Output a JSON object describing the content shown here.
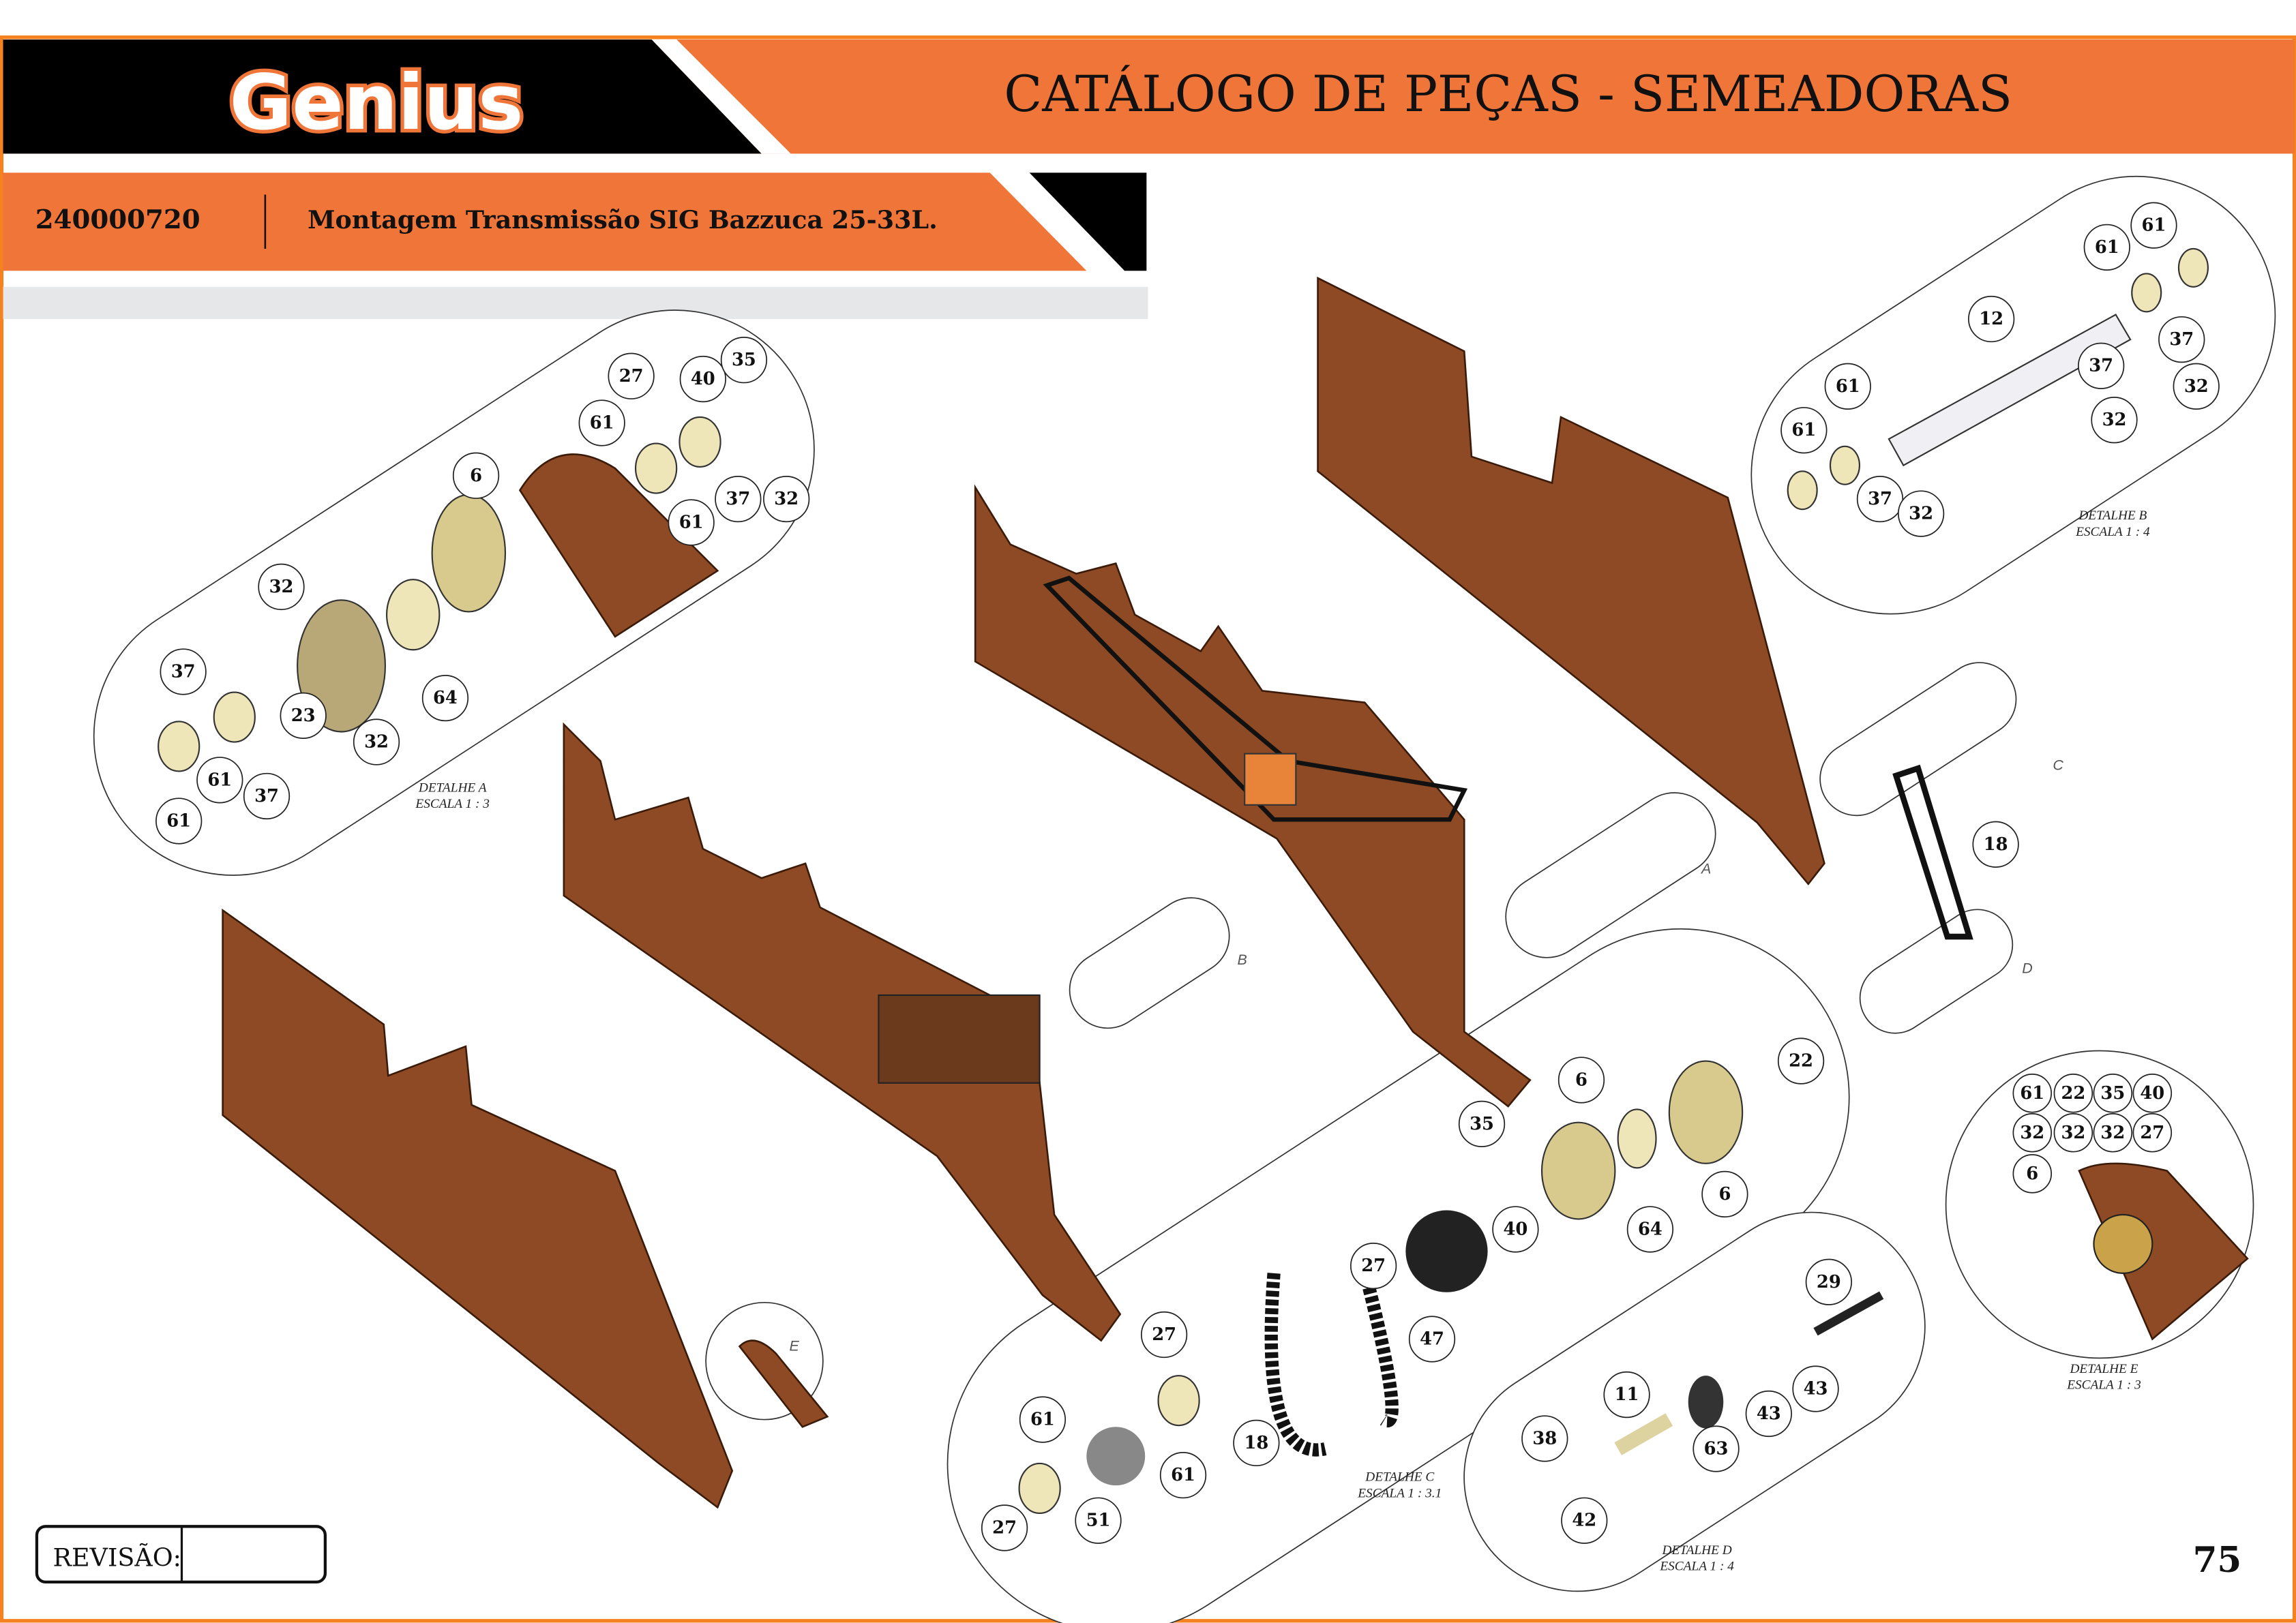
{
  "header": {
    "logo_text": "Genius",
    "catalog_title": "CATÁLOGO DE PEÇAS - SEMEADORAS",
    "part_number": "240000720",
    "assembly_title": "Montagem Transmissão SIG Bazzuca 25-33L."
  },
  "colors": {
    "orange": "#f07538",
    "black": "#000000",
    "plate": "#8d4a24",
    "brass": "#e8dca0"
  },
  "details": {
    "a": {
      "title": "DETALHE A",
      "scale": "ESCALA 1 : 3",
      "letter": "A"
    },
    "b": {
      "title": "DETALHE B",
      "scale": "ESCALA 1 : 4",
      "letter": "B"
    },
    "c": {
      "title": "DETALHE C",
      "scale": "ESCALA 1 : 3.1",
      "letter": "C"
    },
    "d": {
      "title": "DETALHE D",
      "scale": "ESCALA 1 : 4",
      "letter": "D"
    },
    "e": {
      "title": "DETALHE E",
      "scale": "ESCALA 1 : 3",
      "letter": "E"
    }
  },
  "callouts": {
    "a": [
      "27",
      "40",
      "35",
      "61",
      "6",
      "61",
      "37",
      "32",
      "32",
      "37",
      "23",
      "64",
      "32",
      "61",
      "37",
      "61"
    ],
    "b": [
      "61",
      "61",
      "12",
      "37",
      "37",
      "32",
      "32",
      "61",
      "61",
      "37",
      "32"
    ],
    "main": [
      "18"
    ],
    "c": [
      "22",
      "6",
      "35",
      "40",
      "64",
      "6",
      "27",
      "47",
      "18",
      "27",
      "61",
      "61",
      "51",
      "27"
    ],
    "d": [
      "29",
      "11",
      "43",
      "43",
      "63",
      "38",
      "42"
    ],
    "e": [
      "61",
      "22",
      "35",
      "40",
      "32",
      "32",
      "32",
      "27",
      "6"
    ]
  },
  "footer": {
    "revision_label": "REVISÃO:",
    "revision_value": "",
    "page_number": "75"
  }
}
